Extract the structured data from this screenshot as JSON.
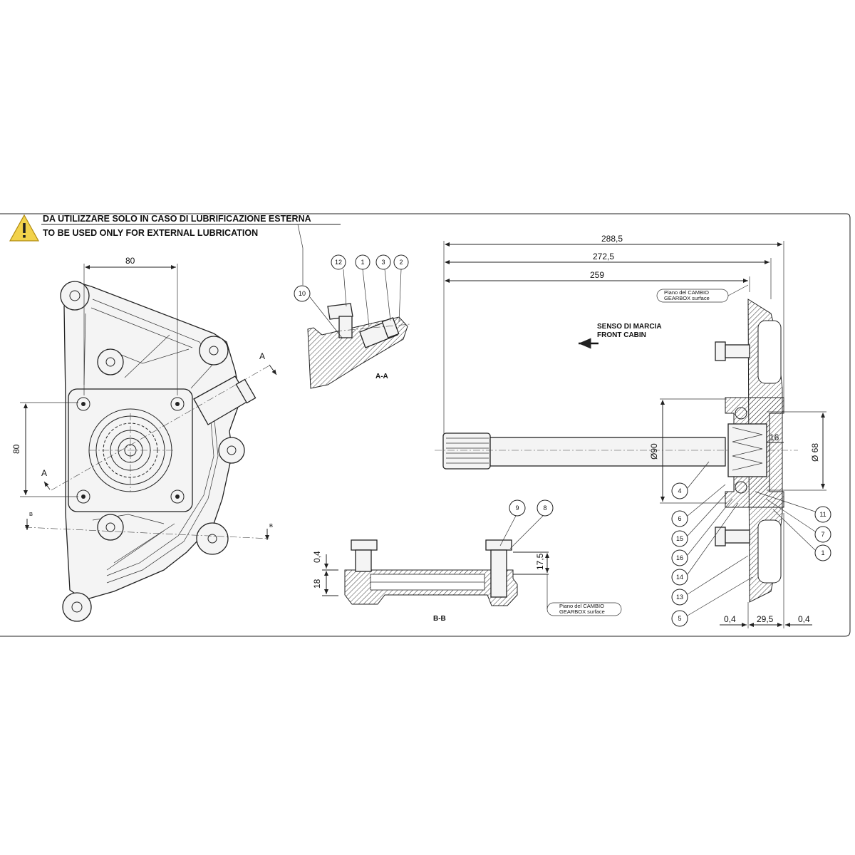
{
  "warning": {
    "line_it": "DA UTILIZZARE SOLO IN CASO DI LUBRIFICAZIONE ESTERNA",
    "line_en": "TO BE USED ONLY FOR EXTERNAL LUBRICATION",
    "icon": "warning-triangle-icon"
  },
  "front_view": {
    "dim_top": "80",
    "dim_left": "80",
    "section_a_top": "A",
    "section_a_bottom": "A",
    "section_b_left": "B",
    "section_b_right": "B"
  },
  "section_aa": {
    "label": "A-A",
    "balloons": [
      "12",
      "1",
      "3",
      "2",
      "10"
    ]
  },
  "section_bb": {
    "label": "B-B",
    "balloons": [
      "9",
      "8"
    ],
    "dim_04": "0,4",
    "dim_18": "18",
    "dim_175": "17,5",
    "surface_it": "Piano del CAMBIO",
    "surface_en": "GEARBOX surface"
  },
  "side_view": {
    "dim_2885": "288,5",
    "dim_2725": "272,5",
    "dim_259": "259",
    "surface_it": "Piano del CAMBIO",
    "surface_en": "GEARBOX surface",
    "direction_it": "SENSO DI MARCIA",
    "direction_en": "FRONT CABIN",
    "dia_90": "Ø90",
    "dia_68": "Ø 68",
    "dim_16": "16",
    "dim_04_left": "0,4",
    "dim_295": "29,5",
    "dim_04_right": "0,4",
    "balloons_left": [
      "4",
      "6",
      "15",
      "16",
      "14",
      "13",
      "5"
    ],
    "balloons_right": [
      "11",
      "7",
      "1"
    ]
  }
}
